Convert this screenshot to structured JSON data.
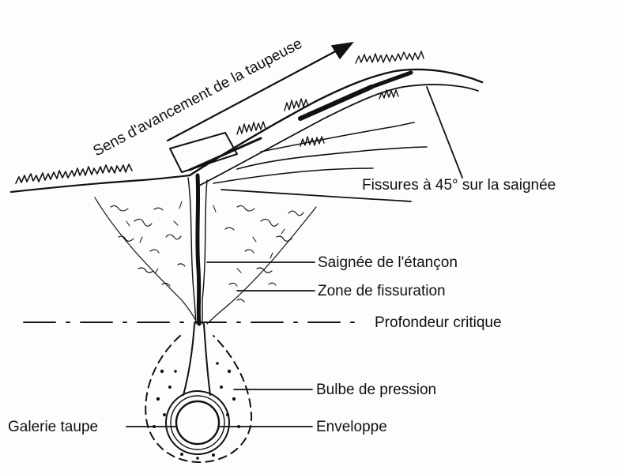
{
  "diagram": {
    "direction_label": "Sens d'avancement de la taupeuse",
    "labels": {
      "fissures": "Fissures à 45° sur la saignée",
      "saignee": "Saignée de l'étançon",
      "zone": "Zone de fissuration",
      "profondeur": "Profondeur critique",
      "bulbe": "Bulbe de pression",
      "galerie": "Galerie taupe",
      "enveloppe": "Enveloppe"
    }
  }
}
